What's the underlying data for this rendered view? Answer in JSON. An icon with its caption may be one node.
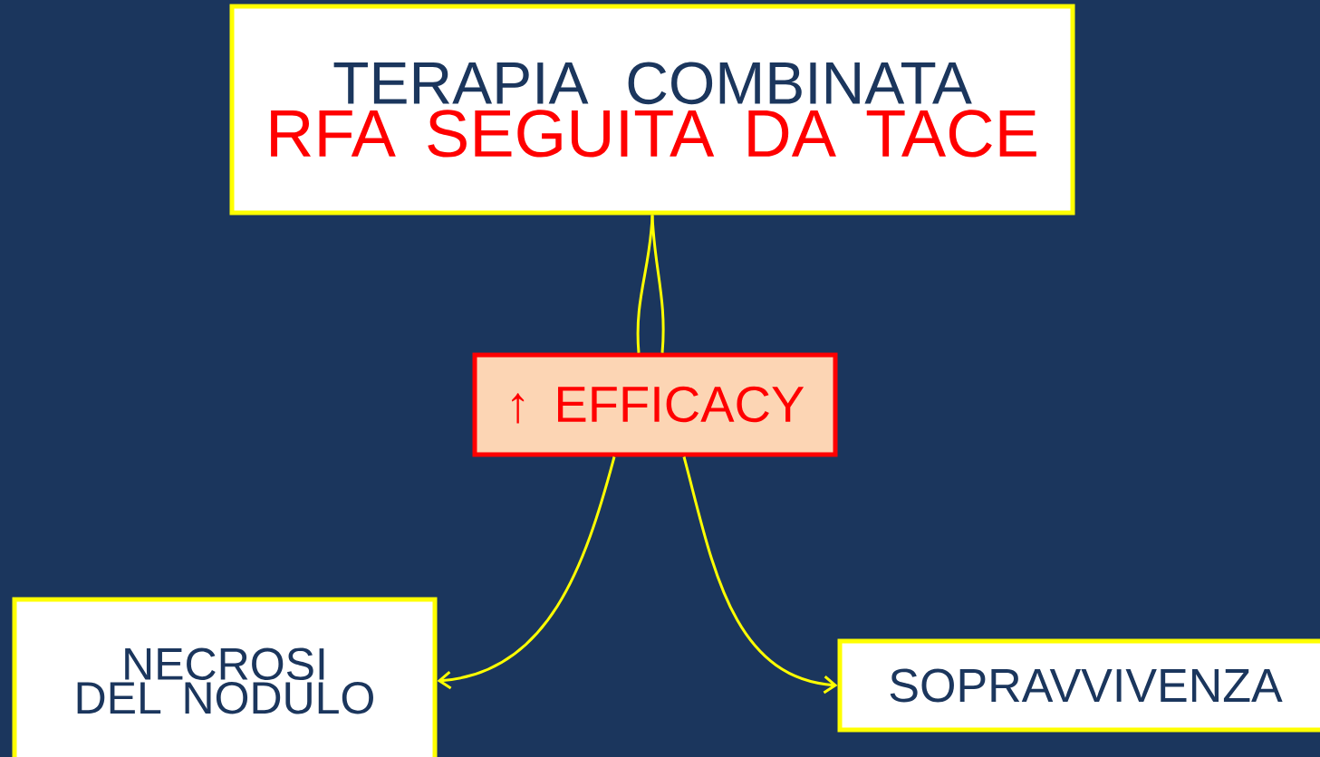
{
  "diagram": {
    "nodes": [
      {
        "text": [
          "TERAPIA COMBINATA",
          "RFA SEGUITA DA TACE"
        ]
      },
      {
        "text": [
          "↑ EFFICACY"
        ]
      },
      {
        "text": [
          "NECROSI DEL NODULO"
        ]
      },
      {
        "text": [
          "SOPRAVVIVENZA"
        ]
      }
    ],
    "edges": [
      {
        "from": 0,
        "to": 1,
        "arrow": "none"
      },
      {
        "from": 0,
        "to": 1,
        "arrow": "none"
      },
      {
        "from": 1,
        "to": 2,
        "arrow": "to"
      },
      {
        "from": 1,
        "to": 3,
        "arrow": "to"
      }
    ]
  }
}
